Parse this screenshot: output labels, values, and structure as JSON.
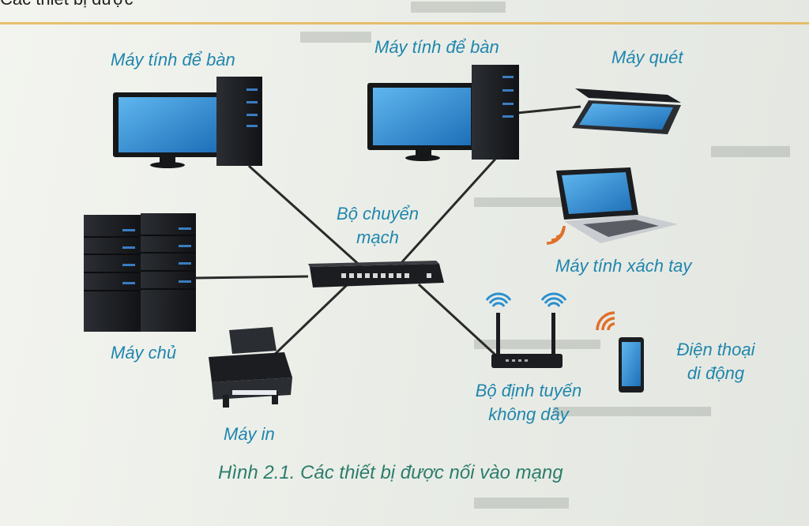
{
  "page_header_fragment": "Các thiết bị được",
  "devices": {
    "desktop_left": "Máy tính để bàn",
    "desktop_center": "Máy tính để bàn",
    "scanner": "Máy quét",
    "switch_line1": "Bộ chuyển",
    "switch_line2": "mạch",
    "laptop": "Máy tính xách tay",
    "server": "Máy chủ",
    "router_line1": "Bộ định tuyến",
    "router_line2": "không dây",
    "phone_line1": "Điện thoại",
    "phone_line2": "di động",
    "printer": "Máy in"
  },
  "caption": "Hình 2.1. Các thiết bị được nối vào mạng",
  "colors": {
    "label": "#1f86ad",
    "caption": "#2c7d6c",
    "screen": "#2f8fd6",
    "device_dark": "#1b1d20",
    "wifi_orange": "#e0702a",
    "wifi_blue": "#2a8fcf",
    "cable": "#2a2a2a"
  }
}
